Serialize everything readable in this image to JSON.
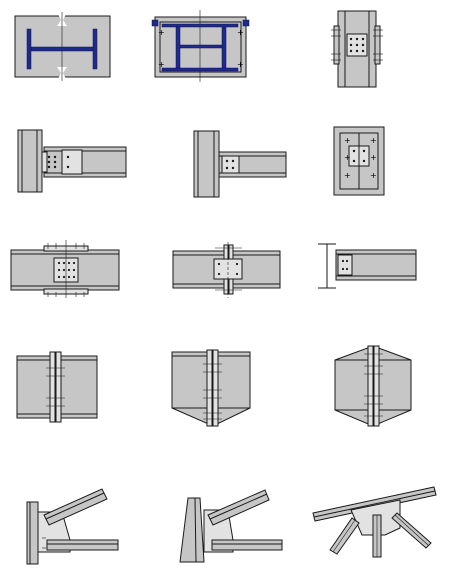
{
  "figure": {
    "rows": 5,
    "columns": 3,
    "cells": [
      {
        "name": "base-plate-column-section"
      },
      {
        "name": "base-plate-with-anchor-bolts"
      },
      {
        "name": "column-splice-bolted-flange-plates"
      },
      {
        "name": "beam-to-column-flange-shear-tab"
      },
      {
        "name": "beam-to-column-web-shear-tab"
      },
      {
        "name": "splice-plate-detail"
      },
      {
        "name": "beam-splice-bolted-flange-and-web"
      },
      {
        "name": "beam-splice-end-plate"
      },
      {
        "name": "beam-to-column-cross-section"
      },
      {
        "name": "beam-to-beam-end-plate-splice"
      },
      {
        "name": "haunched-end-plate-splice-bottom"
      },
      {
        "name": "haunched-end-plate-splice-double"
      },
      {
        "name": "bracing-gusset-to-column"
      },
      {
        "name": "bracing-gusset-to-tapered-column"
      },
      {
        "name": "truss-node-multiple-braces"
      }
    ]
  }
}
